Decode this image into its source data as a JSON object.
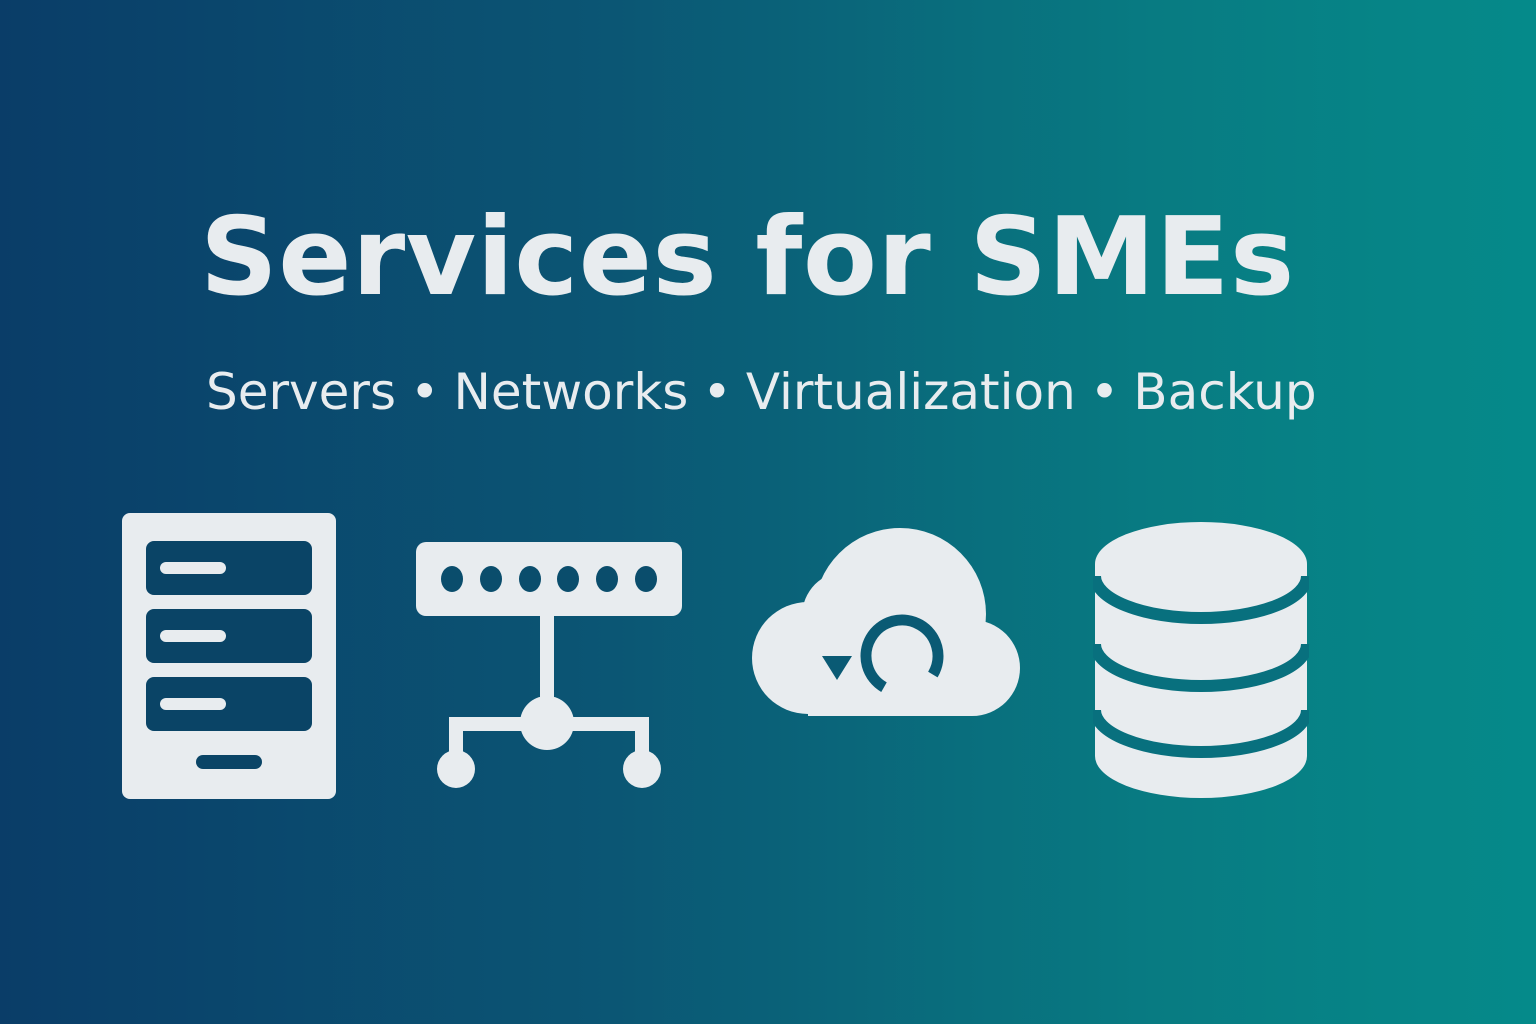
{
  "banner": {
    "title": "Services for SMEs",
    "subtitle": [
      "Servers",
      "Networks",
      "Virtualization",
      "Backup"
    ],
    "separator": "•"
  },
  "icons": [
    {
      "name": "server-rack-icon"
    },
    {
      "name": "network-switch-icon"
    },
    {
      "name": "cloud-sync-icon"
    },
    {
      "name": "database-icon"
    }
  ],
  "colors": {
    "gradient_start": "#0a3d68",
    "gradient_end": "#058a8a",
    "foreground": "#e8ecef",
    "icon_cutout_dark": "#0a4466",
    "icon_cutout_teal": "#08707e"
  }
}
